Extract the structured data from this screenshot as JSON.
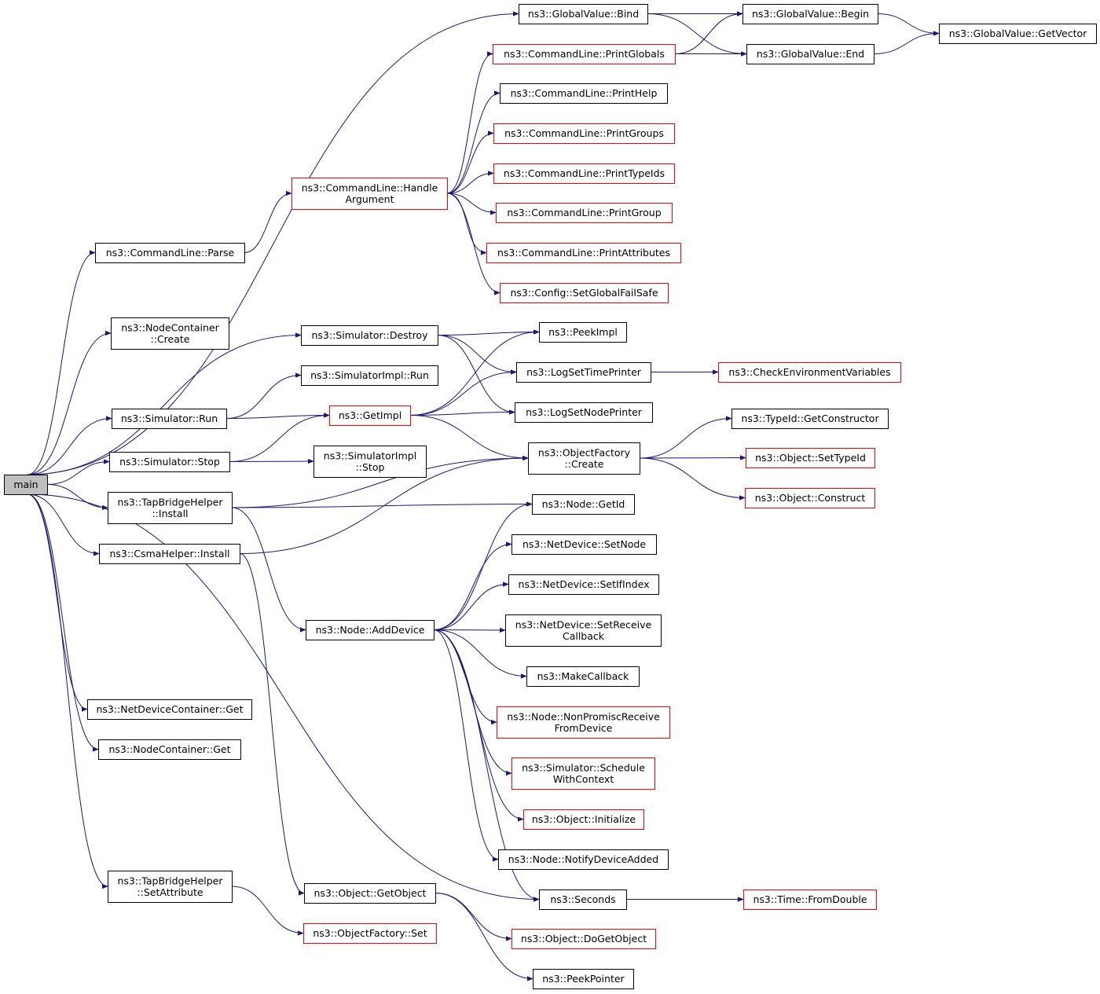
{
  "colors": {
    "edge": "#191970",
    "normal_border": "#000000",
    "red_border": "#ff0000",
    "root_fill": "#bfbfbf",
    "node_fill": "#ffffff"
  },
  "nodes": {
    "main": [
      "main"
    ],
    "gv_bind": [
      "ns3::GlobalValue::Bind"
    ],
    "gv_begin": [
      "ns3::GlobalValue::Begin"
    ],
    "gv_getvector": [
      "ns3::GlobalValue::GetVector"
    ],
    "cl_printglobals": [
      "ns3::CommandLine::PrintGlobals"
    ],
    "gv_end": [
      "ns3::GlobalValue::End"
    ],
    "cl_printhelp": [
      "ns3::CommandLine::PrintHelp"
    ],
    "cl_printgroups": [
      "ns3::CommandLine::PrintGroups"
    ],
    "cl_printtypeids": [
      "ns3::CommandLine::PrintTypeIds"
    ],
    "cl_handleargument": [
      "ns3::CommandLine::Handle",
      "Argument"
    ],
    "cl_printgroup": [
      "ns3::CommandLine::PrintGroup"
    ],
    "cl_parse": [
      "ns3::CommandLine::Parse"
    ],
    "cl_printattributes": [
      "ns3::CommandLine::PrintAttributes"
    ],
    "cfg_setglobalfailsafe": [
      "ns3::Config::SetGlobalFailSafe"
    ],
    "nc_create": [
      "ns3::NodeContainer",
      "::Create"
    ],
    "sim_destroy": [
      "ns3::Simulator::Destroy"
    ],
    "peekimpl": [
      "ns3::PeekImpl"
    ],
    "logsettimeprinter": [
      "ns3::LogSetTimePrinter"
    ],
    "checkenv": [
      "ns3::CheckEnvironmentVariables"
    ],
    "simimpl_run": [
      "ns3::SimulatorImpl::Run"
    ],
    "sim_run": [
      "ns3::Simulator::Run"
    ],
    "getimpl": [
      "ns3::GetImpl"
    ],
    "logsetnodeprinter": [
      "ns3::LogSetNodePrinter"
    ],
    "typeid_getconstructor": [
      "ns3::TypeId::GetConstructor"
    ],
    "sim_stop": [
      "ns3::Simulator::Stop"
    ],
    "simimpl_stop": [
      "ns3::SimulatorImpl",
      "::Stop"
    ],
    "of_create": [
      "ns3::ObjectFactory",
      "::Create"
    ],
    "obj_settypeid": [
      "ns3::Object::SetTypeId"
    ],
    "tbh_install": [
      "ns3::TapBridgeHelper",
      "::Install"
    ],
    "obj_construct": [
      "ns3::Object::Construct"
    ],
    "node_getid": [
      "ns3::Node::GetId"
    ],
    "csma_install": [
      "ns3::CsmaHelper::Install"
    ],
    "nd_setnode": [
      "ns3::NetDevice::SetNode"
    ],
    "nd_setifindex": [
      "ns3::NetDevice::SetIfIndex"
    ],
    "node_adddevice": [
      "ns3::Node::AddDevice"
    ],
    "nd_setreceivecallback": [
      "ns3::NetDevice::SetReceive",
      "Callback"
    ],
    "makecallback": [
      "ns3::MakeCallback"
    ],
    "ndc_get": [
      "ns3::NetDeviceContainer::Get"
    ],
    "node_nonpromisc": [
      "ns3::Node::NonPromiscReceive",
      "FromDevice"
    ],
    "nc_get": [
      "ns3::NodeContainer::Get"
    ],
    "sim_schedulewithcontext": [
      "ns3::Simulator::Schedule",
      "WithContext"
    ],
    "obj_initialize": [
      "ns3::Object::Initialize"
    ],
    "node_notifydeviceadded": [
      "ns3::Node::NotifyDeviceAdded"
    ],
    "tbh_setattribute": [
      "ns3::TapBridgeHelper",
      "::SetAttribute"
    ],
    "obj_getobject": [
      "ns3::Object::GetObject"
    ],
    "seconds": [
      "ns3::Seconds"
    ],
    "time_fromdouble": [
      "ns3::Time::FromDouble"
    ],
    "of_set": [
      "ns3::ObjectFactory::Set"
    ],
    "obj_dogetobject": [
      "ns3::Object::DoGetObject"
    ],
    "peekpointer": [
      "ns3::PeekPointer"
    ]
  },
  "edges": [
    [
      "main",
      "gv_bind"
    ],
    [
      "main",
      "cl_parse"
    ],
    [
      "main",
      "nc_create"
    ],
    [
      "main",
      "sim_destroy"
    ],
    [
      "main",
      "sim_run"
    ],
    [
      "main",
      "sim_stop"
    ],
    [
      "main",
      "tbh_install"
    ],
    [
      "main",
      "csma_install"
    ],
    [
      "main",
      "ndc_get"
    ],
    [
      "main",
      "nc_get"
    ],
    [
      "main",
      "tbh_setattribute"
    ],
    [
      "main",
      "seconds"
    ],
    [
      "gv_bind",
      "gv_begin"
    ],
    [
      "gv_bind",
      "gv_end"
    ],
    [
      "gv_begin",
      "gv_getvector"
    ],
    [
      "gv_end",
      "gv_getvector"
    ],
    [
      "cl_printglobals",
      "gv_begin"
    ],
    [
      "cl_printglobals",
      "gv_end"
    ],
    [
      "cl_parse",
      "cl_handleargument"
    ],
    [
      "cl_handleargument",
      "cl_printglobals"
    ],
    [
      "cl_handleargument",
      "cl_printhelp"
    ],
    [
      "cl_handleargument",
      "cl_printgroups"
    ],
    [
      "cl_handleargument",
      "cl_printtypeids"
    ],
    [
      "cl_handleargument",
      "cl_printgroup"
    ],
    [
      "cl_handleargument",
      "cl_printattributes"
    ],
    [
      "cl_handleargument",
      "cfg_setglobalfailsafe"
    ],
    [
      "sim_destroy",
      "peekimpl"
    ],
    [
      "sim_destroy",
      "logsettimeprinter"
    ],
    [
      "sim_destroy",
      "logsetnodeprinter"
    ],
    [
      "logsettimeprinter",
      "checkenv"
    ],
    [
      "sim_run",
      "simimpl_run"
    ],
    [
      "sim_run",
      "getimpl"
    ],
    [
      "sim_stop",
      "getimpl"
    ],
    [
      "sim_stop",
      "simimpl_stop"
    ],
    [
      "getimpl",
      "peekimpl"
    ],
    [
      "getimpl",
      "logsettimeprinter"
    ],
    [
      "getimpl",
      "logsetnodeprinter"
    ],
    [
      "getimpl",
      "of_create"
    ],
    [
      "of_create",
      "typeid_getconstructor"
    ],
    [
      "of_create",
      "obj_settypeid"
    ],
    [
      "of_create",
      "obj_construct"
    ],
    [
      "tbh_install",
      "of_create"
    ],
    [
      "tbh_install",
      "node_getid"
    ],
    [
      "tbh_install",
      "node_adddevice"
    ],
    [
      "csma_install",
      "of_create"
    ],
    [
      "csma_install",
      "obj_getobject"
    ],
    [
      "node_adddevice",
      "node_getid"
    ],
    [
      "node_adddevice",
      "nd_setnode"
    ],
    [
      "node_adddevice",
      "nd_setifindex"
    ],
    [
      "node_adddevice",
      "nd_setreceivecallback"
    ],
    [
      "node_adddevice",
      "makecallback"
    ],
    [
      "node_adddevice",
      "node_nonpromisc"
    ],
    [
      "node_adddevice",
      "sim_schedulewithcontext"
    ],
    [
      "node_adddevice",
      "obj_initialize"
    ],
    [
      "node_adddevice",
      "node_notifydeviceadded"
    ],
    [
      "node_adddevice",
      "seconds"
    ],
    [
      "seconds",
      "time_fromdouble"
    ],
    [
      "tbh_setattribute",
      "of_set"
    ],
    [
      "obj_getobject",
      "obj_dogetobject"
    ],
    [
      "obj_getobject",
      "peekpointer"
    ]
  ]
}
